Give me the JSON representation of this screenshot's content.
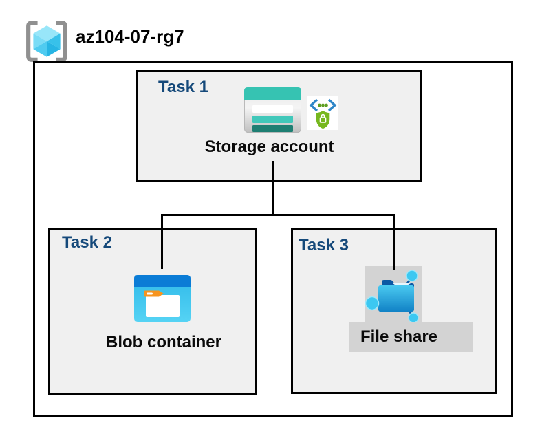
{
  "title": {
    "resource_group": "az104-07-rg7"
  },
  "tasks": [
    {
      "label": "Task 1",
      "resource": "Storage account"
    },
    {
      "label": "Task 2",
      "resource": "Blob container"
    },
    {
      "label": "Task 3",
      "resource": "File share"
    }
  ],
  "icons": {
    "header": "resource-group-icon",
    "task1": [
      "storage-account-icon",
      "sas-shield-lock-icon"
    ],
    "task2": "blob-container-icon",
    "task3": "file-share-icon"
  },
  "colors": {
    "task_fill": "#f0f0f0",
    "task_label": "#15497A",
    "border": "#000000",
    "storage_teal": "#36C3B2",
    "storage_teal_mid": "#41C8BA",
    "storage_teal_dark": "#1E7F73",
    "sas_bracket_blue": "#2E86C8",
    "sas_dot_green": "#5E9E22",
    "sas_shield_green": "#76B71E",
    "blob_header_blue": "#0B7CD6",
    "blob_body_cyan": "#3DC6EF",
    "folder_tab_orange": "#F7941E",
    "file_share_gray": "#d3d3d3",
    "file_folder_dark_blue": "#0C58A4",
    "file_folder_cyan": "#4AC9F0",
    "node_cyan": "#3CC8F1",
    "rg_bracket_gray": "#909090",
    "rg_cube_cyan_light": "#98E6F9",
    "rg_cube_cyan_dark": "#27B5E4"
  }
}
